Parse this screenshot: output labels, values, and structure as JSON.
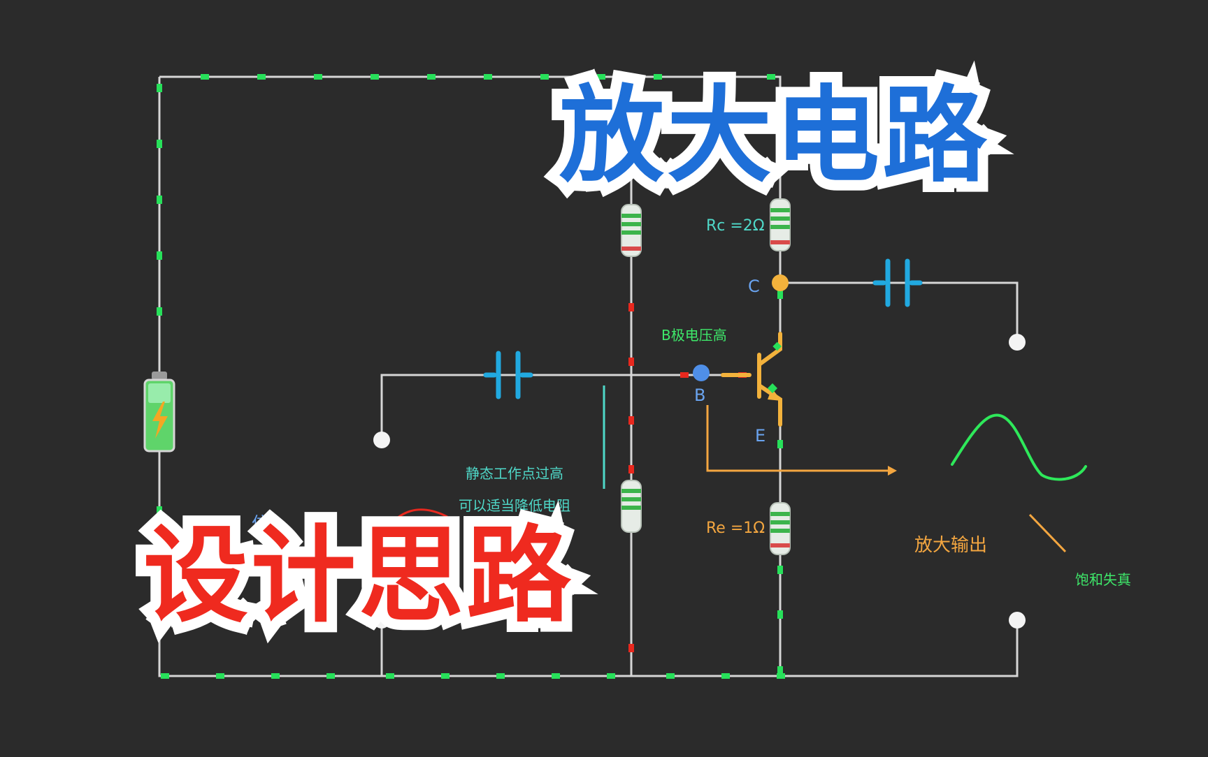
{
  "labels": {
    "rc": "Rc =2Ω",
    "re": "Re =1Ω",
    "node_c": "C",
    "node_b": "B",
    "node_e": "E",
    "b_voltage_high": "B极电压高",
    "static_point_high": "静态工作点过高",
    "reduce_resistance": "可以适当降低电阻",
    "amplified_output": "放大输出",
    "saturation_distortion": "饱和失真",
    "signal_partial": "信"
  },
  "titles": {
    "top": "放大电路",
    "bottom": "设计思路"
  },
  "colors": {
    "background": "#2b2b2b",
    "wire": "#d6d6d6",
    "current_green": "#27e05a",
    "current_red": "#e8281e",
    "capacitor": "#21a9e0",
    "transistor": "#f3b23c",
    "node_c": "#f3b23c",
    "node_b": "#4f8fe8",
    "waveform": "#2ee85a",
    "title_top": "#1e6fd8",
    "title_bottom": "#ef2a1f",
    "cyan_text": "#4fd8c8",
    "orange_text": "#f3a640",
    "green_text": "#3ee86a",
    "blue_text": "#6aa4f0"
  }
}
